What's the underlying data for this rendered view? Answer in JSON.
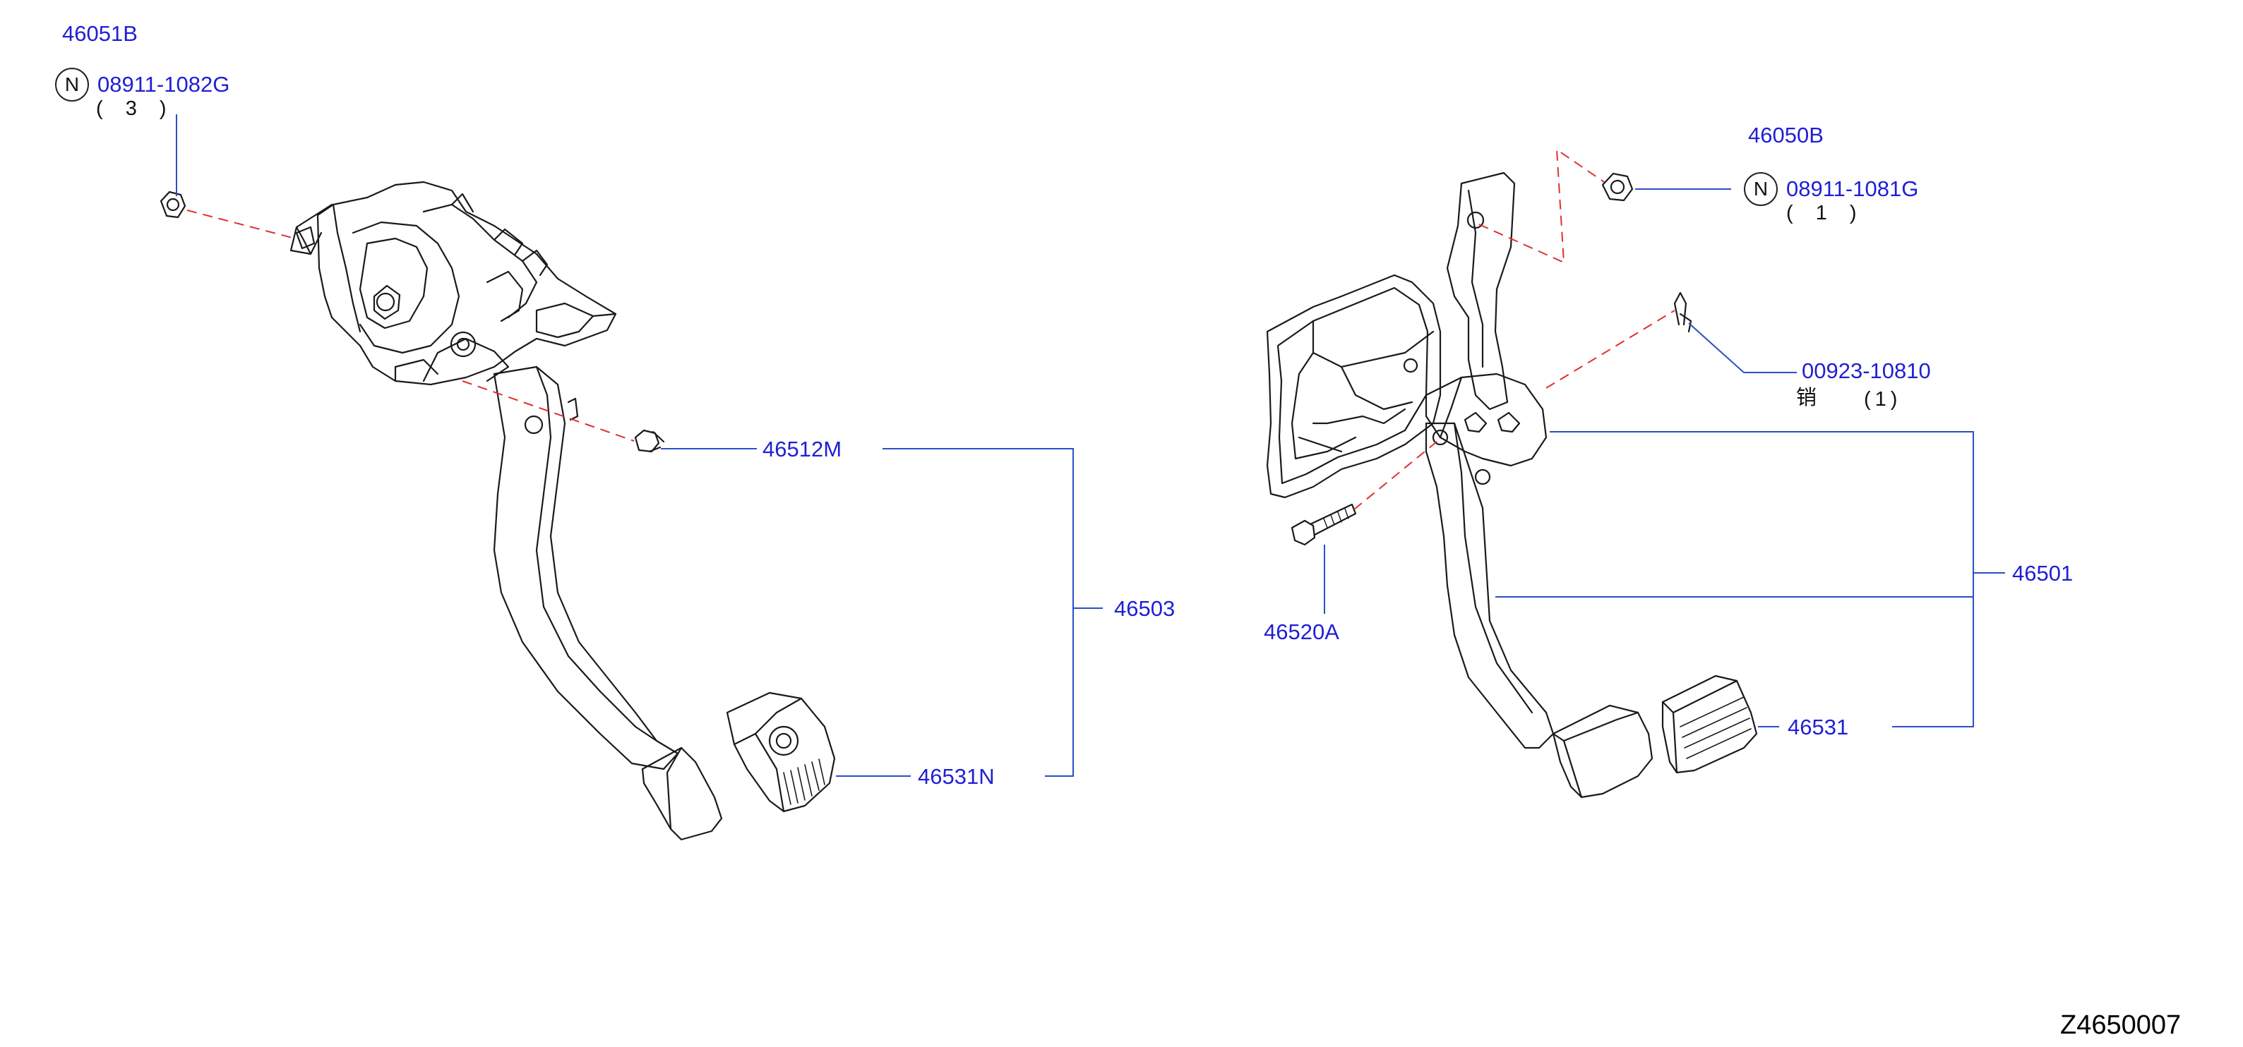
{
  "left_assembly": {
    "group_label": "46051B",
    "nut": {
      "marker": "N",
      "part": "08911-1082G",
      "qty": "( 3 )"
    },
    "bolt": "46512M",
    "assembly": "46503",
    "pad": "46531N"
  },
  "right_assembly": {
    "group_label": "46050B",
    "nut": {
      "marker": "N",
      "part": "08911-1081G",
      "qty": "( 1 )"
    },
    "clip": "00923-10810",
    "clip_name": "销",
    "clip_qty": "(1)",
    "bolt": "46520A",
    "assembly": "46501",
    "pad": "46531"
  },
  "figure_code": "Z4650007",
  "colors": {
    "label": "#1f1fd6",
    "leader": "#2b4fc4",
    "dashed": "#e03030",
    "outline": "#1a1a1a"
  }
}
